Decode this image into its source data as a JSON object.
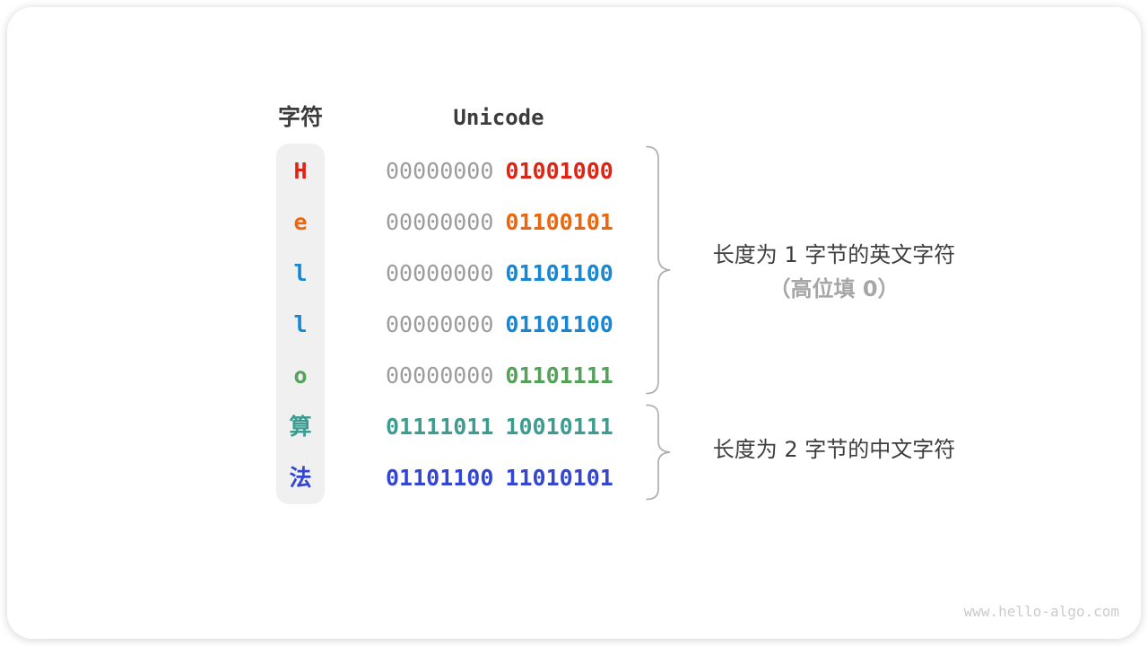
{
  "table": {
    "char_header": "字符",
    "code_header": "Unicode",
    "rows": [
      {
        "char": "H",
        "char_color": "#e02414",
        "byte1": "00000000",
        "byte1_color": "#9c9c9c",
        "byte1_bold": false,
        "byte2": "01001000",
        "byte2_color": "#e02414"
      },
      {
        "char": "e",
        "char_color": "#ec660c",
        "byte1": "00000000",
        "byte1_color": "#9c9c9c",
        "byte1_bold": false,
        "byte2": "01100101",
        "byte2_color": "#ec660c"
      },
      {
        "char": "l",
        "char_color": "#1787d3",
        "byte1": "00000000",
        "byte1_color": "#9c9c9c",
        "byte1_bold": false,
        "byte2": "01101100",
        "byte2_color": "#1787d3"
      },
      {
        "char": "l",
        "char_color": "#1787d3",
        "byte1": "00000000",
        "byte1_color": "#9c9c9c",
        "byte1_bold": false,
        "byte2": "01101100",
        "byte2_color": "#1787d3"
      },
      {
        "char": "o",
        "char_color": "#55a159",
        "byte1": "00000000",
        "byte1_color": "#9c9c9c",
        "byte1_bold": false,
        "byte2": "01101111",
        "byte2_color": "#55a159"
      },
      {
        "char": "算",
        "char_color": "#3d9c90",
        "byte1": "01111011",
        "byte1_color": "#3d9c90",
        "byte1_bold": true,
        "byte2": "10010111",
        "byte2_color": "#3d9c90"
      },
      {
        "char": "法",
        "char_color": "#3346d3",
        "byte1": "01101100",
        "byte1_color": "#3346d3",
        "byte1_bold": true,
        "byte2": "11010101",
        "byte2_color": "#3346d3"
      }
    ]
  },
  "annotations": {
    "group1_line1": "长度为 1 字节的英文字符",
    "group1_line2": "（高位填 0）",
    "group2_line1": "长度为 2 字节的中文字符"
  },
  "watermark": "www.hello-algo.com",
  "colors": {
    "pill_background": "#f0f0f0",
    "gray_bits": "#9c9c9c",
    "heading_text": "#3c3c3c",
    "annotation_text": "#3e3e3e",
    "annotation_sub_text": "#a6a6a6",
    "brace_stroke": "#aeaeae",
    "watermark_text": "#cbcbcb"
  }
}
